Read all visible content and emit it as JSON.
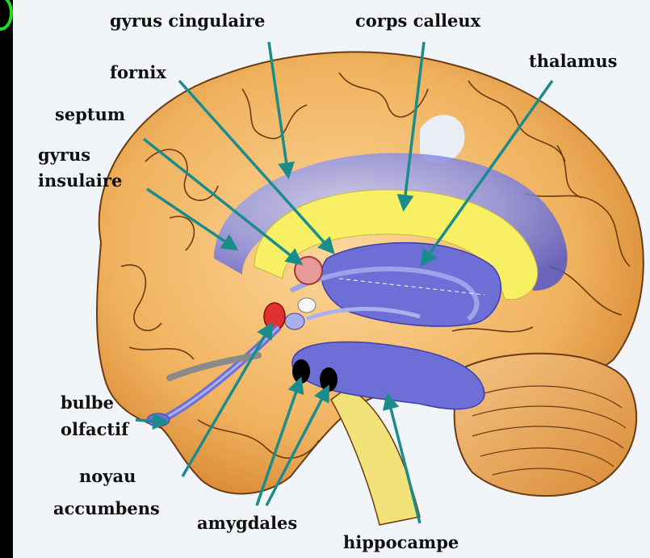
{
  "labels": {
    "gyrus_cingulaire": "gyrus cingulaire",
    "corps_calleux": "corps calleux",
    "fornix": "fornix",
    "thalamus": "thalamus",
    "septum": "septum",
    "gyrus_insulaire_line1": "gyrus",
    "gyrus_insulaire_line2": "insulaire",
    "bulbe_olfactif_line1": "bulbe",
    "bulbe_olfactif_line2": "olfactif",
    "noyau_accumbens_line1": "noyau",
    "noyau_accumbens_line2": "accumbens",
    "amygdales": "amygdales",
    "hippocampe": "hippocampe"
  },
  "colors": {
    "background": "#000000",
    "panel": "#f2f5f8",
    "brain_fill": "#f0b25e",
    "brain_outline": "#6a3b12",
    "limbic_blue": "#6d6fd6",
    "limbic_blue_light": "#b7bbee",
    "corpus_yellow": "#f7ef64",
    "pointer": "#1a8c8c",
    "septum_pink": "#e89a9a",
    "accumbens_red": "#e03030",
    "cerebellum": "#e8a45a",
    "accent_green": "#22dd22"
  }
}
